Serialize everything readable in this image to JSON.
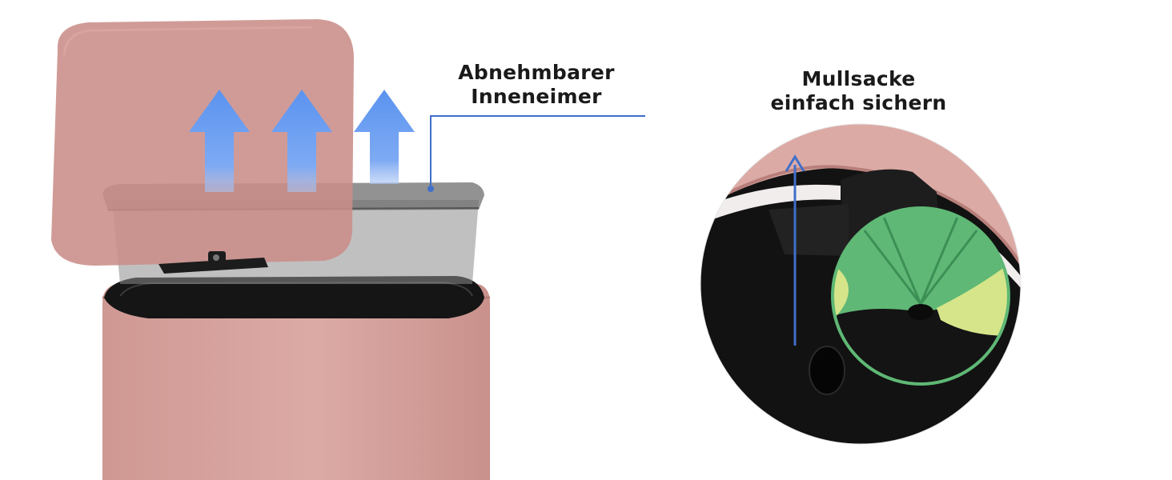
{
  "callouts": {
    "inner_bucket": {
      "line1": "Abnehmbarer",
      "line2": "Inneneimer"
    },
    "bag_clip": {
      "line1": "Mullsacke",
      "line2": "einfach sichern"
    }
  },
  "colors": {
    "bin_pink": "#d9a49f",
    "bin_pink_dark": "#c8908b",
    "lid_pink": "#c98d89",
    "arrow_blue": "#5b93f0",
    "callout_line": "#3f6fc9",
    "inner_black": "#151515",
    "bag_green": "#5fb875",
    "bag_yellow": "#d6e58a"
  },
  "icons": [
    "up-arrow-icon",
    "up-arrow-icon",
    "up-arrow-icon",
    "up-arrow-icon"
  ]
}
